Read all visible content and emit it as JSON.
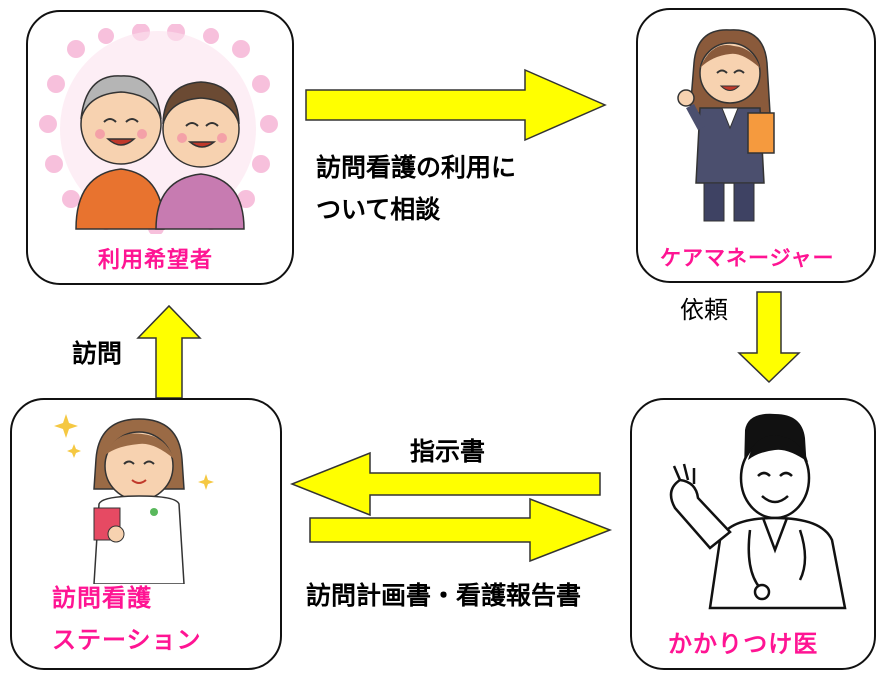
{
  "nodes": {
    "user": {
      "label": "利用希望者"
    },
    "care_manager": {
      "label": "ケアマネージャー"
    },
    "doctor": {
      "label": "かかりつけ医"
    },
    "station": {
      "label_line1": "訪問看護",
      "label_line2": "ステーション"
    }
  },
  "edges": {
    "consult": {
      "line1": "訪問看護の利用に",
      "line2": "ついて相談"
    },
    "request": {
      "label": "依頼"
    },
    "instruction": {
      "label": "指示書"
    },
    "report": {
      "label": "訪問計画書・看護報告書"
    },
    "visit": {
      "label": "訪問"
    }
  },
  "colors": {
    "arrow_fill": "#ffff00",
    "label_pink": "#ff1493"
  }
}
